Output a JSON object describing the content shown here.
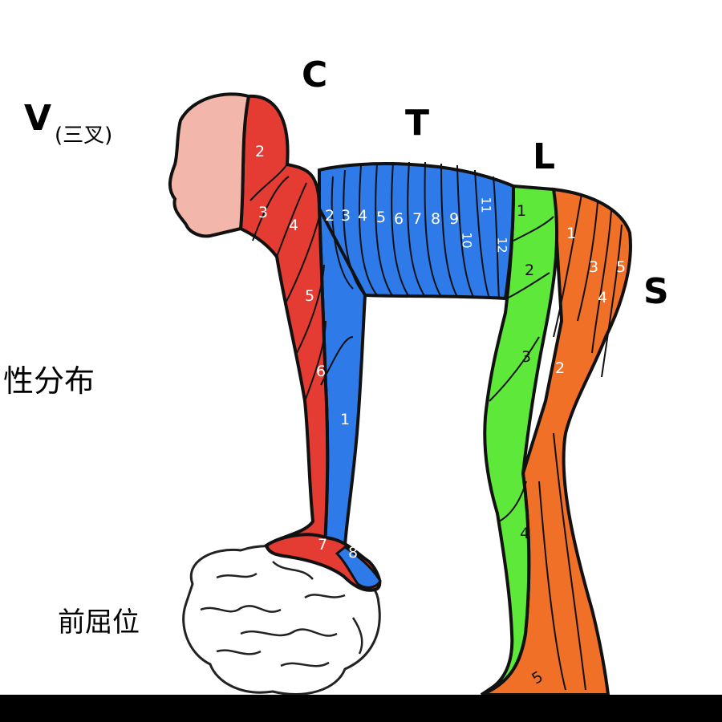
{
  "labels": {
    "V": "V",
    "V_sub": "(三叉)",
    "C": "C",
    "T": "T",
    "L": "L",
    "S": "S",
    "title_side": "性分布",
    "posture": "前屈位"
  },
  "segments": {
    "V": [
      "2",
      "3",
      "4"
    ],
    "C": [
      "5",
      "6",
      "7",
      "8"
    ],
    "T_arm": [
      "1"
    ],
    "T": [
      "2",
      "3",
      "4",
      "5",
      "6",
      "7",
      "8",
      "9",
      "10",
      "11",
      "12"
    ],
    "L": [
      "1",
      "2",
      "3",
      "4",
      "5"
    ],
    "S": [
      "1",
      "2",
      "3",
      "4",
      "5"
    ]
  },
  "colors": {
    "face": "#f2b6ab",
    "cervical": "#e43b32",
    "thoracic": "#2d7ae8",
    "lumbar": "#5de83a",
    "sacral": "#f07028",
    "outline": "#111111",
    "bar": "#000000"
  }
}
